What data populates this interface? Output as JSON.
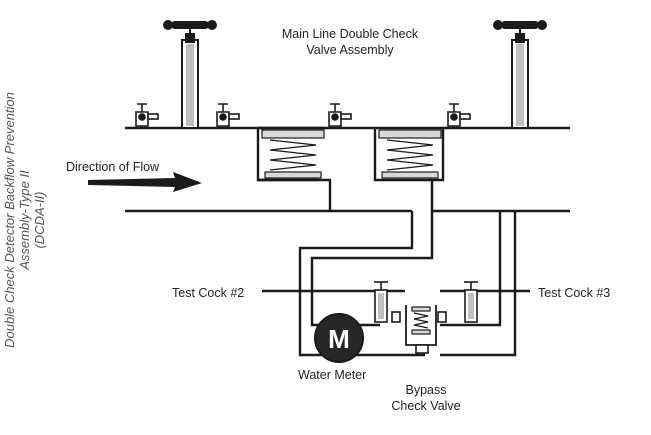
{
  "diagram": {
    "title_lines": [
      "Double Check Detector Backflow Prevention",
      "Assembly-Type II",
      "(DCDA-II)"
    ],
    "main_assembly_lines": [
      "Main Line Double Check",
      "Valve Assembly"
    ],
    "flow_label": "Direction of Flow",
    "test_cock_2": "Test Cock #2",
    "test_cock_3": "Test Cock #3",
    "meter_letter": "M",
    "meter_label": "Water Meter",
    "bypass_lines": [
      "Bypass",
      "Check Valve"
    ],
    "colors": {
      "line": "#1a1a1a",
      "valve_fill": "#bfbfbf",
      "meter_fill": "#262626",
      "title_text": "#555555"
    }
  }
}
